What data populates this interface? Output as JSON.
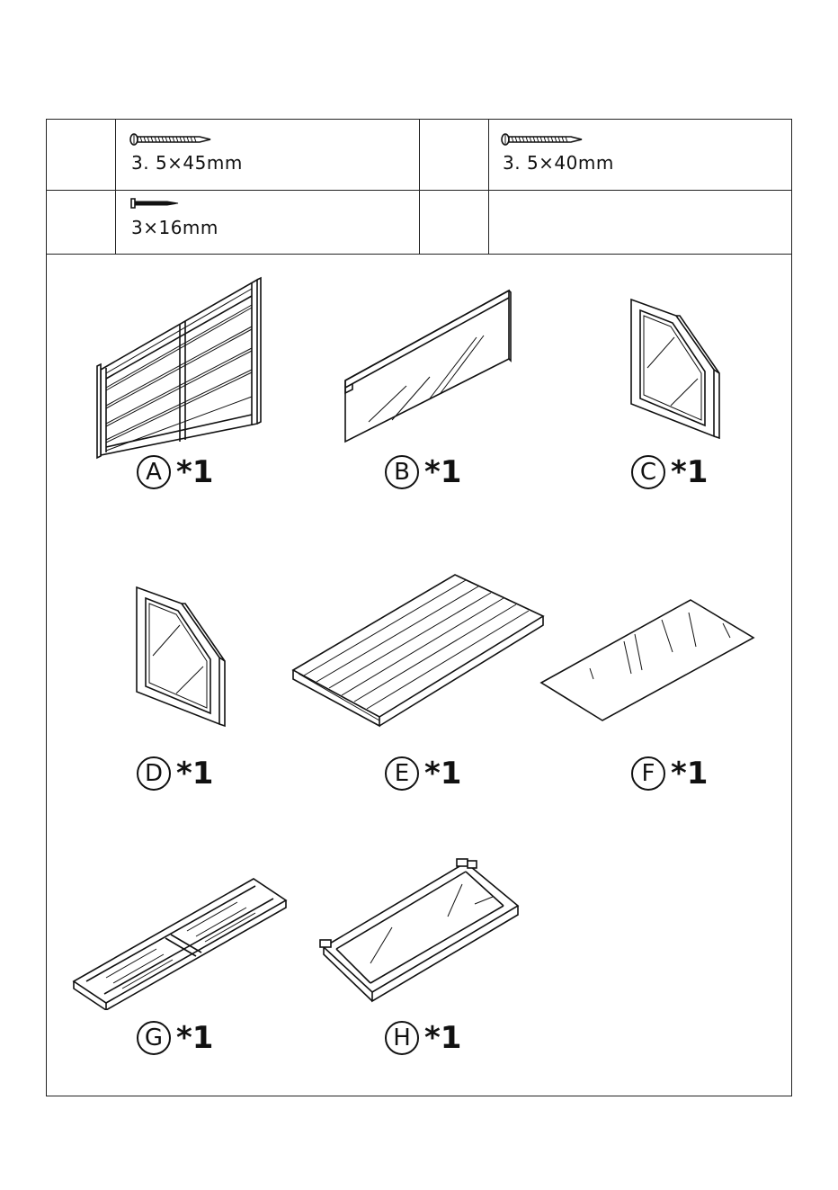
{
  "hardware": [
    {
      "label": "3. 5×45mm",
      "icon": "long-screw-icon"
    },
    {
      "label": "3. 5×40mm",
      "icon": "long-screw-icon"
    },
    {
      "label": "3×16mm",
      "icon": "short-screw-icon"
    }
  ],
  "parts": [
    {
      "letter": "A",
      "qty": "*1",
      "icon": "slatted-panel-icon"
    },
    {
      "letter": "B",
      "qty": "*1",
      "icon": "glass-panel-icon"
    },
    {
      "letter": "C",
      "qty": "*1",
      "icon": "angled-window-frame-icon"
    },
    {
      "letter": "D",
      "qty": "*1",
      "icon": "angled-window-frame-icon"
    },
    {
      "letter": "E",
      "qty": "*1",
      "icon": "slatted-floor-board-icon"
    },
    {
      "letter": "F",
      "qty": "*1",
      "icon": "glass-sheet-icon"
    },
    {
      "letter": "G",
      "qty": "*1",
      "icon": "slotted-shelf-icon"
    },
    {
      "letter": "H",
      "qty": "*1",
      "icon": "hinged-glass-lid-icon"
    }
  ]
}
